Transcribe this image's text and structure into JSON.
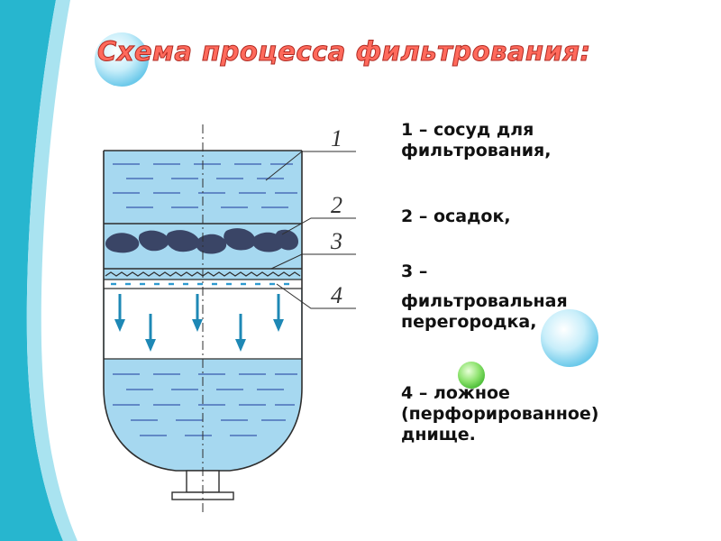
{
  "title": "Схема процесса фильтрования:",
  "diagram": {
    "labels": [
      "1",
      "2",
      "3",
      "4"
    ]
  },
  "legend": [
    {
      "lines": [
        "1 – сосуд для",
        "фильтрования,"
      ]
    },
    {
      "lines": [
        "2 – осадок,"
      ]
    },
    {
      "lines": [
        "3 –",
        "фильтровальная",
        "перегородка,"
      ]
    },
    {
      "lines": [
        "4 – ложное",
        "(перфорированное)",
        "днище."
      ]
    }
  ],
  "colors": {
    "liquid": "#9fd6f0",
    "outline": "#2e2e2e",
    "arrow": "#1e88b5",
    "title": "#ff6a5c",
    "teal_band": "#27b6cf",
    "bubble_blue": "#bfe9f7",
    "bubble_green": "#7ee06a"
  }
}
